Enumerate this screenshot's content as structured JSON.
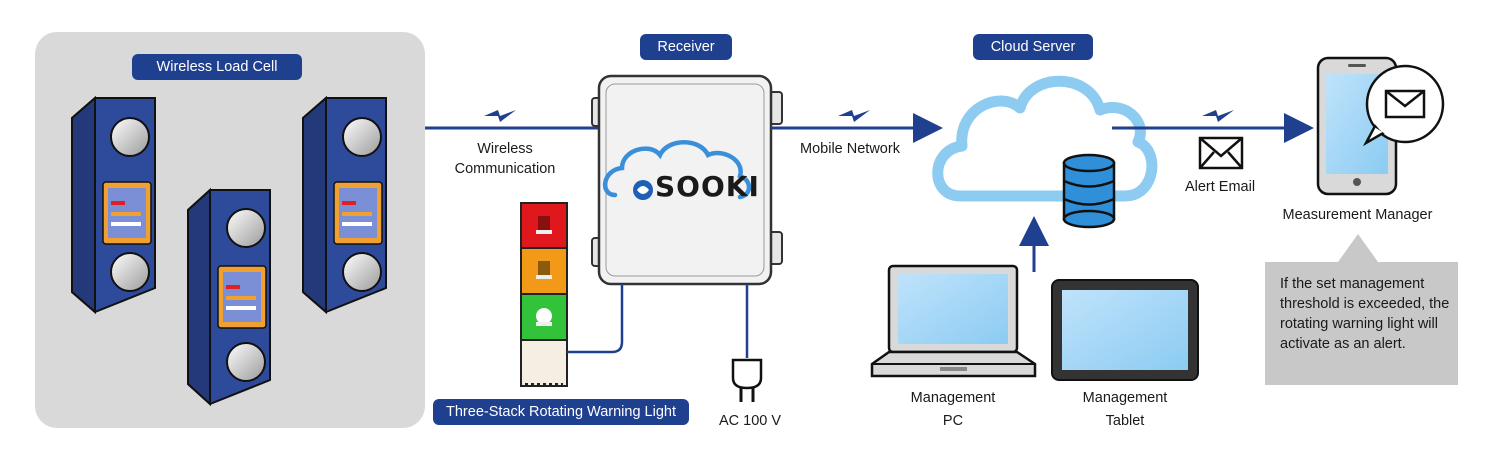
{
  "groups": {
    "load_cell": "Wireless Load Cell",
    "receiver": "Receiver",
    "cloud_server": "Cloud Server",
    "warning_light": "Three-Stack Rotating Warning Light"
  },
  "connections": {
    "wireless_line1": "Wireless",
    "wireless_line2": "Communication",
    "mobile_network": "Mobile Network",
    "alert_email": "Alert Email"
  },
  "devices": {
    "logo": "SOOKI",
    "power": "AC 100 V",
    "manager": "Measurement Manager",
    "pc_line1": "Management",
    "pc_line2": "PC",
    "tablet_line1": "Management",
    "tablet_line2": "Tablet"
  },
  "callout": "If the set management threshold is exceeded, the rotating warning light will activate as an alert.",
  "colors": {
    "navy": "#1f3f8f",
    "cell_blue": "#2e4a9a",
    "cloud_blue": "#7fc4ef",
    "panel_grey": "#d9d9d9",
    "callout_grey": "#c8c8c8"
  }
}
